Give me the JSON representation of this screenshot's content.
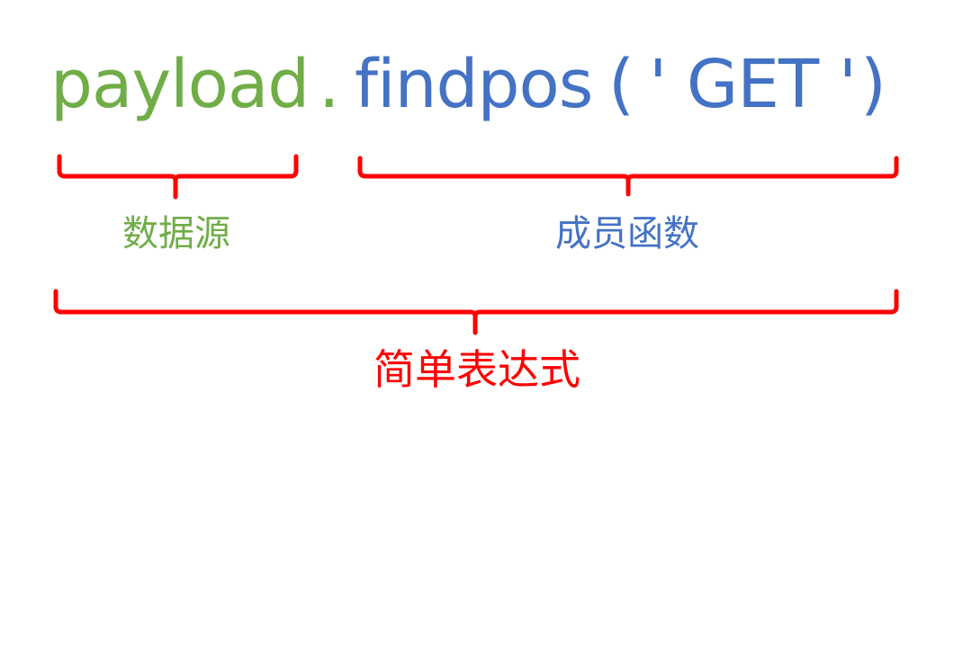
{
  "colors": {
    "green": "#70AD47",
    "blue": "#4472C4",
    "red": "#FF0000",
    "background": "#FFFFFF"
  },
  "expression": {
    "source": "payload",
    "dot": ".",
    "function_name": "findpos",
    "open_paren": "(",
    "argument": "' GET '",
    "close_paren": ")"
  },
  "annotations": {
    "source_label": "数据源",
    "member_function_label": "成员函数",
    "simple_expression_label": "简单表达式"
  }
}
